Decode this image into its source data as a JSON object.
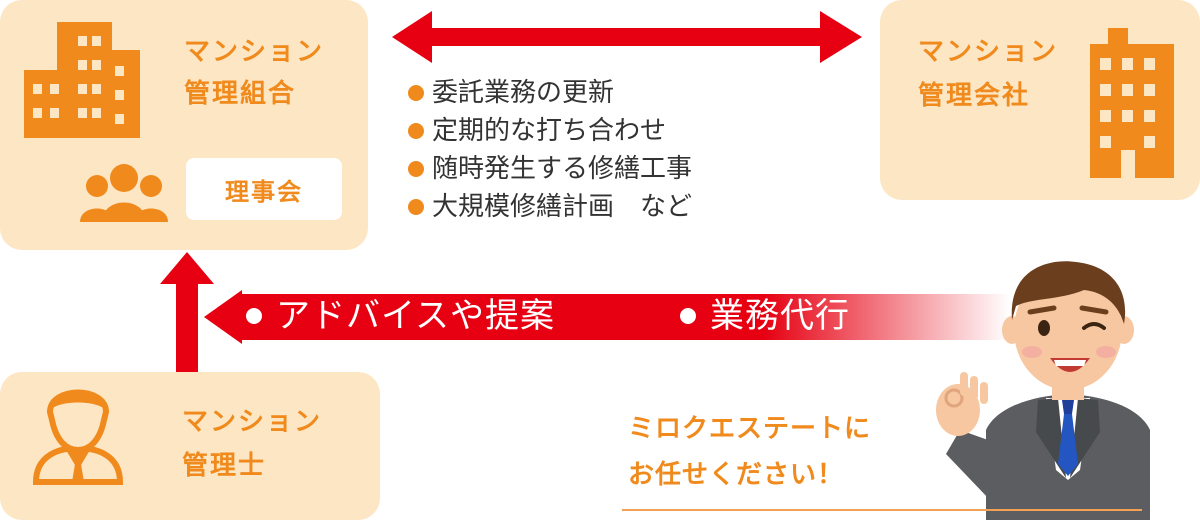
{
  "union": {
    "line1": "マンション",
    "line2": "管理組合",
    "board": "理事会"
  },
  "company": {
    "line1": "マンション",
    "line2": "管理会社"
  },
  "items": [
    "委託業務の更新",
    "定期的な打ち合わせ",
    "随時発生する修繕工事",
    "大規模修繕計画　など"
  ],
  "banner": {
    "item1": "アドバイスや提案",
    "item2": "業務代行"
  },
  "manager": {
    "line1": "マンション",
    "line2": "管理士"
  },
  "cta": {
    "line1": "ミロクエステートに",
    "line2": "お任せください！"
  },
  "colors": {
    "orange": "#f08a1c",
    "peach": "#fde6c4",
    "red": "#e60012"
  },
  "icons": [
    "building-icon",
    "group-icon",
    "person-icon",
    "businessman-illustration"
  ]
}
